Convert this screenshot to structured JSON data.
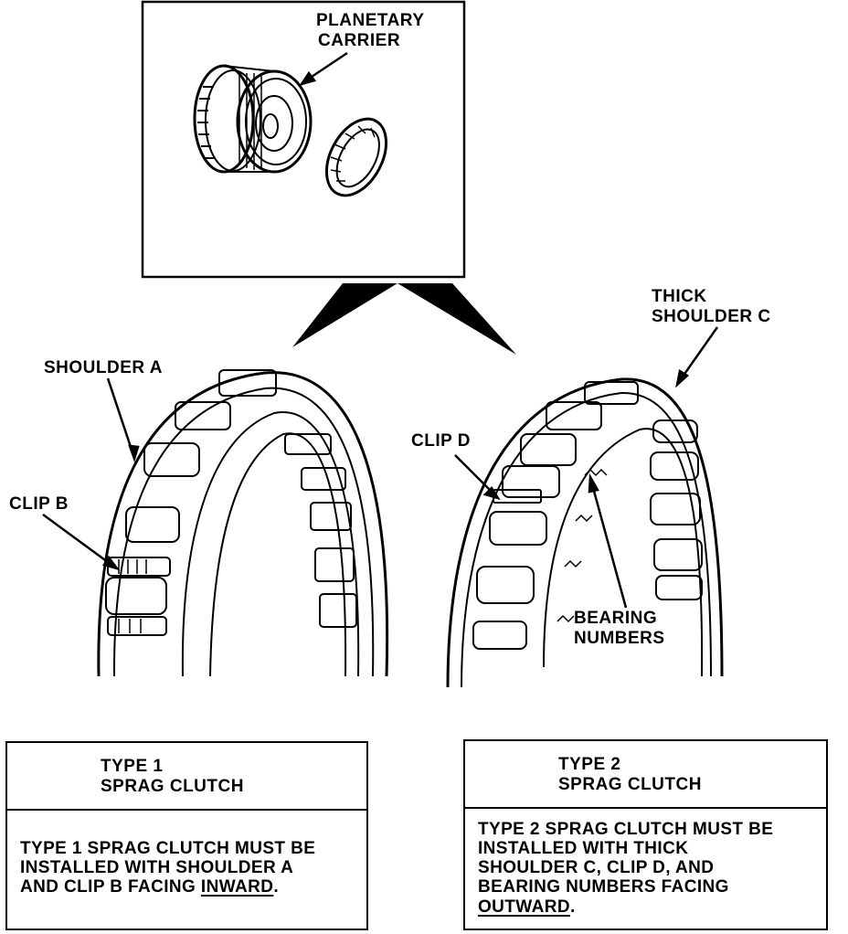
{
  "labels": {
    "planetary_carrier": [
      "PLANETARY",
      "CARRIER"
    ],
    "shoulder_a": "SHOULDER A",
    "clip_b": "CLIP B",
    "clip_d": "CLIP D",
    "thick_shoulder_c": [
      "THICK",
      "SHOULDER C"
    ],
    "bearing_numbers": [
      "BEARING",
      "NUMBERS"
    ]
  },
  "type1": {
    "title": [
      "TYPE 1",
      "SPRAG CLUTCH"
    ],
    "body": [
      "TYPE 1 SPRAG CLUTCH MUST BE",
      "INSTALLED WITH SHOULDER A",
      "AND CLIP B FACING "
    ],
    "emphasis": "INWARD",
    "end": "."
  },
  "type2": {
    "title": [
      "TYPE 2",
      "SPRAG CLUTCH"
    ],
    "body": [
      "TYPE 2 SPRAG CLUTCH MUST BE",
      "INSTALLED WITH THICK",
      "SHOULDER C, CLIP D, AND",
      "BEARING NUMBERS FACING"
    ],
    "emphasis": "OUTWARD",
    "end": "."
  }
}
